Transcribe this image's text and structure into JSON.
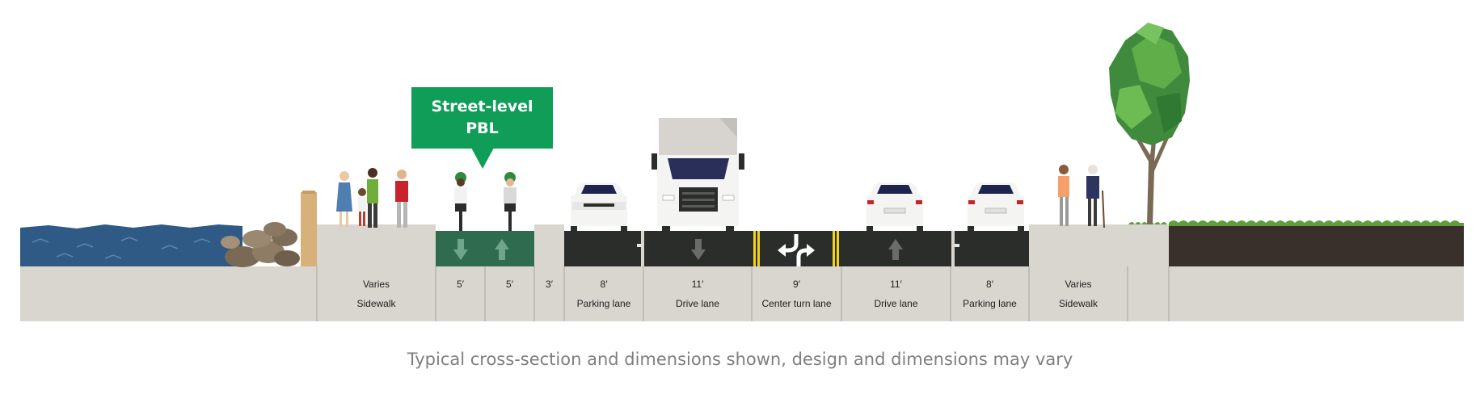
{
  "callout": {
    "line1": "Street-level",
    "line2": "PBL"
  },
  "segments": [
    {
      "width": "Varies",
      "name": "Sidewalk"
    },
    {
      "width": "5′",
      "name": ""
    },
    {
      "width": "5′",
      "name": ""
    },
    {
      "width": "3′",
      "name": ""
    },
    {
      "width": "8′",
      "name": "Parking lane"
    },
    {
      "width": "11′",
      "name": "Drive lane"
    },
    {
      "width": "9′",
      "name": "Center turn lane"
    },
    {
      "width": "11′",
      "name": "Drive lane"
    },
    {
      "width": "8′",
      "name": "Parking lane"
    },
    {
      "width": "Varies",
      "name": "Sidewalk"
    }
  ],
  "caption": "Typical cross-section and dimensions shown, design and dimensions may vary",
  "colors": {
    "bike_lane": "#2e6b4f",
    "callout": "#0f9d58",
    "asphalt": "#2b2d2b",
    "concrete": "#d9d6d0",
    "water": "#2f5a85",
    "soil": "#3a302b",
    "center_line": "#f2d31b"
  },
  "icons": [
    "water-waves",
    "rocks",
    "post",
    "pedestrian",
    "cyclist",
    "car-front",
    "car-rear",
    "truck-front",
    "arrow-down",
    "arrow-up",
    "turn-arrows",
    "tree",
    "grass"
  ]
}
